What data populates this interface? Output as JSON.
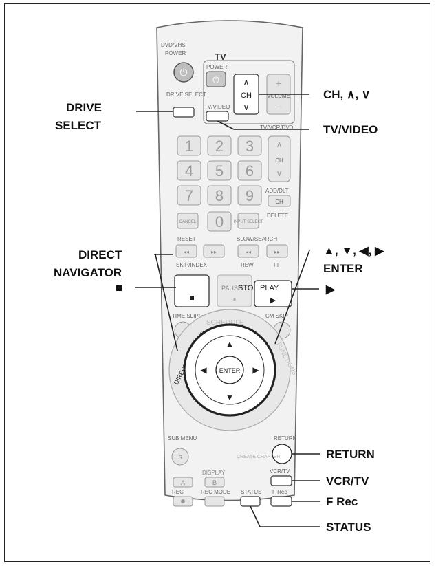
{
  "remote": {
    "header": "DVD/VHS",
    "power_label": "POWER",
    "tv_label": "TV",
    "tv_power_label": "POWER",
    "drive_select_label": "DRIVE\nSELECT",
    "tv_video_label": "TV/VIDEO",
    "ch_label": "CH",
    "volume_label": "VOLUME",
    "tv_vcr_label": "TV/VCR/DVD",
    "ch_right_label": "CH",
    "add_dlt_label": "ADD/DLT",
    "ch_small_label": "CH",
    "cancel_label": "CANCEL",
    "zero_label": "0",
    "input_select_label": "INPUT\nSELECT",
    "delete_label": "DELETE",
    "reset_label": "RESET",
    "slow_search_label": "SLOW/SEARCH",
    "skip_index_label": "SKIP/INDEX",
    "rew_label": "REW",
    "ff_label": "FF",
    "pause_label": "PAUSE",
    "stop_label": "STOP",
    "play_label": "PLAY",
    "time_slip_label": "TIME SLIP/◂◂ JET REW",
    "cm_skip_label": "CM SKIP",
    "schedule_label": "SCHEDULE",
    "direct_nav_ring_label": "DIRECT NAVIGATOR",
    "functions_label": "FUNCTIONS",
    "enter_label": "ENTER",
    "sub_menu_label": "SUB MENU",
    "return_label": "RETURN",
    "display_label": "DISPLAY",
    "create_chapter_label": "CREATE\nCHAPTER",
    "vcr_tv_label": "VCR/TV",
    "a_label": "A",
    "b_label": "B",
    "rec_label": "REC",
    "rec_mode_label": "REC MODE",
    "status_label": "STATUS",
    "f_rec_label": "F Rec",
    "numbers": [
      "1",
      "2",
      "3",
      "4",
      "5",
      "6",
      "7",
      "8",
      "9"
    ]
  },
  "callouts": {
    "ch": "CH, ∧, ∨",
    "tv_video": "TV/VIDEO",
    "drive_select_1": "DRIVE",
    "drive_select_2": "SELECT",
    "stop": "■",
    "play": "▶",
    "arrows": "▲, ▼, ◀, ▶",
    "enter": "ENTER",
    "direct_1": "DIRECT",
    "direct_2": "NAVIGATOR",
    "return": "RETURN",
    "vcr_tv": "VCR/TV",
    "f_rec": "F Rec",
    "status": "STATUS"
  }
}
